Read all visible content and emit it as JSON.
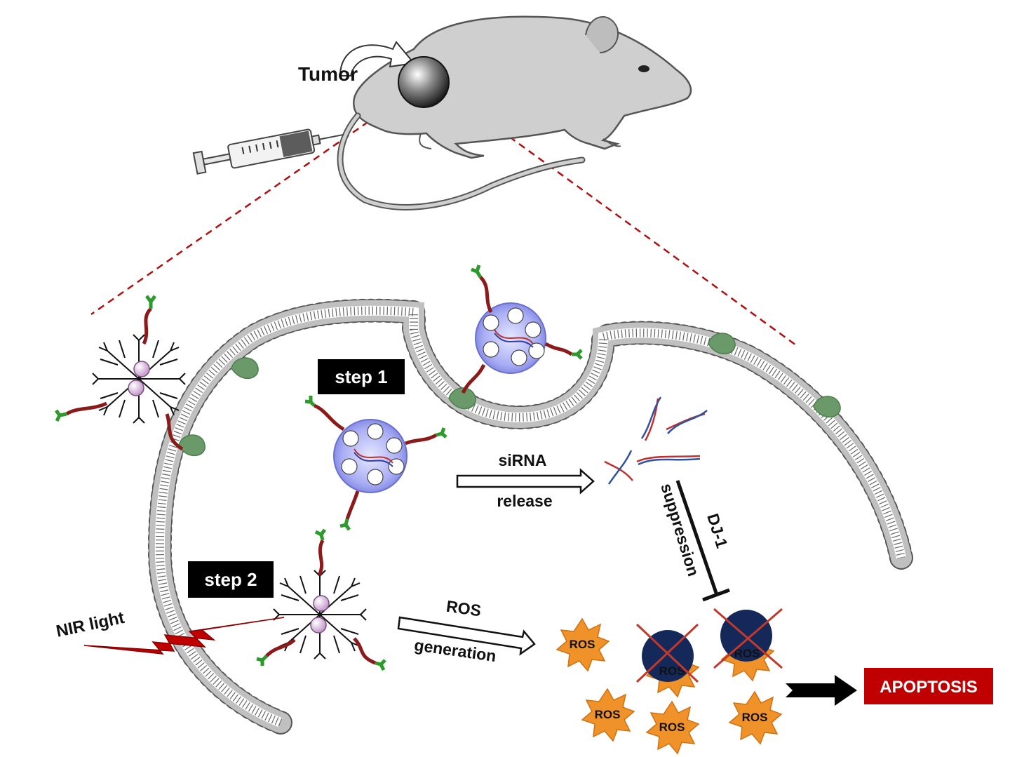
{
  "labels": {
    "tumor": "Tumor",
    "step1": "step 1",
    "step2": "step 2",
    "sirna": "siRNA",
    "release": "release",
    "ros_top": "ROS",
    "generation": "generation",
    "nir_light": "NIR  light",
    "dj1": "DJ-1",
    "suppression": "suppression",
    "apoptosis": "APOPTOSIS",
    "ros_burst": "ROS"
  },
  "colors": {
    "step_box": "#000000",
    "apoptosis_box": "#c00000",
    "membrane_head": "#c0c0c0",
    "receptor": "#6a9a6a",
    "nanoparticle": "#9a9ef0",
    "ros_burst": "#f0922a",
    "cell_nucleus": "#14285a",
    "cross": "#c0392b",
    "linker": "#8b1a1a",
    "ligand": "#2e9a2e",
    "laser": "#c00000",
    "dashed_line": "#b01010"
  },
  "icons": [
    "mouse-icon",
    "syringe-icon",
    "tumor-sphere-icon",
    "dendrimer-icon",
    "nanoparticle-icon",
    "sirna-strand-icon",
    "ros-burst-icon",
    "laser-bolt-icon",
    "receptor-icon"
  ]
}
